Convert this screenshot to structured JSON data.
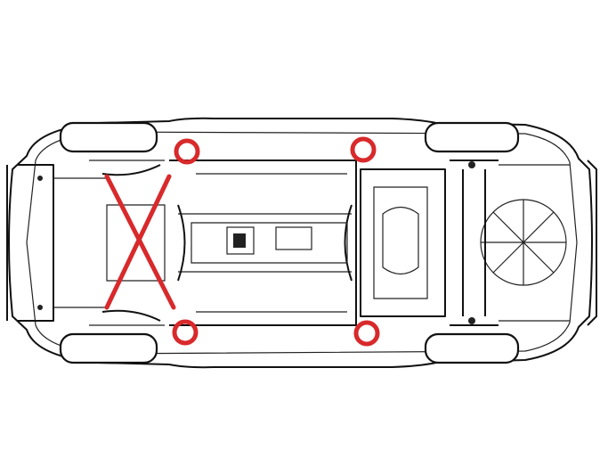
{
  "diagram": {
    "subject": "vehicle-underbody",
    "colors": {
      "line": "#111111",
      "background": "#ffffff",
      "marker": "#d8292b"
    },
    "lift_points": [
      {
        "id": "front-left"
      },
      {
        "id": "rear-left"
      },
      {
        "id": "front-right"
      },
      {
        "id": "rear-right"
      }
    ],
    "excluded_area_marker": "x-mark"
  }
}
